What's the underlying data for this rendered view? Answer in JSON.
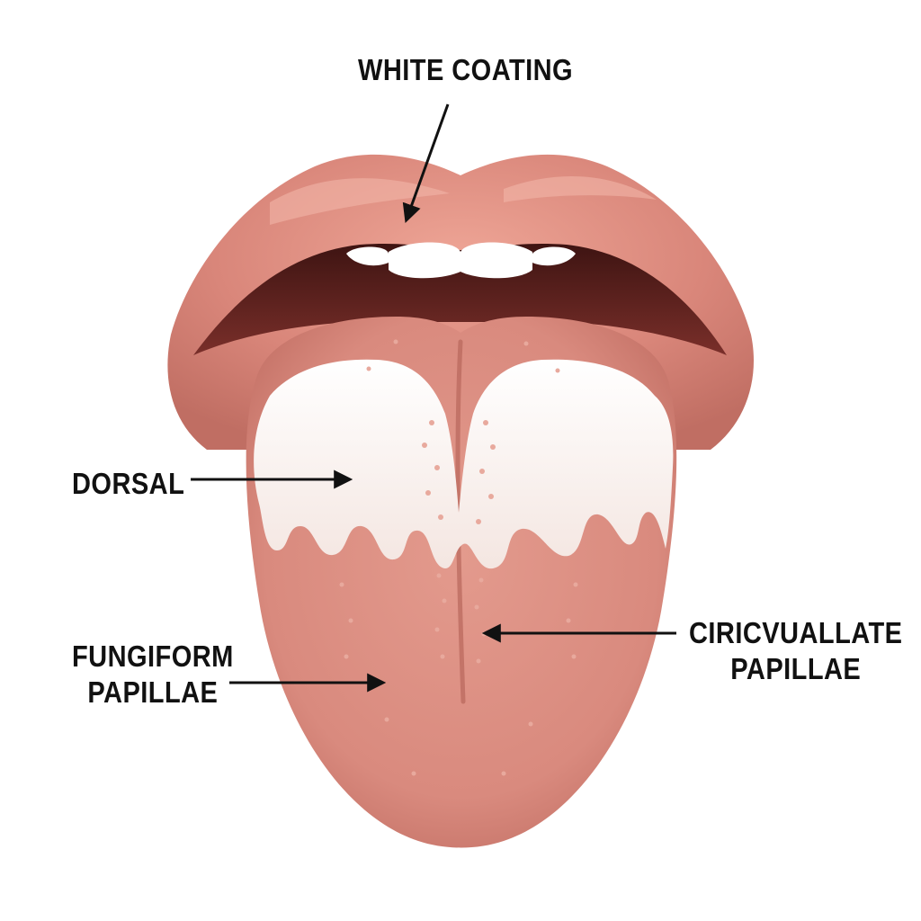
{
  "labels": {
    "white_coating": "WHITE COATING",
    "dorsal": "DORSAL",
    "fungiform": "FUNGIFORM\nPAPILLAE",
    "circumvallate": "CIRICVUALLATE\nPAPILLAE"
  },
  "colors": {
    "background": "#ffffff",
    "lip": "#d9867a",
    "lip_highlight": "#f2b6a8",
    "mouth_cavity": "#5a1f1c",
    "tongue": "#d98a7e",
    "tongue_shadow": "#c8766b",
    "coating": "#f7eeea",
    "teeth": "#ffffff",
    "arrow": "#111111",
    "text": "#111111"
  }
}
